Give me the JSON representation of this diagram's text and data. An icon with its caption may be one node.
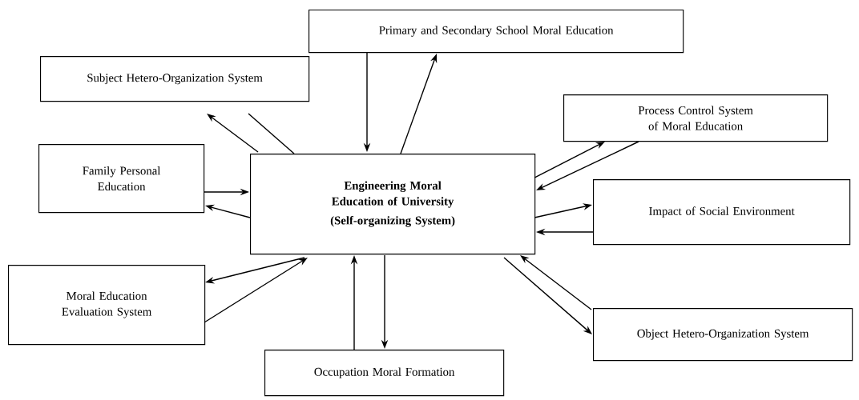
{
  "diagram": {
    "nodes": [
      {
        "text": [
          "Primary and Secondary School Moral Education"
        ]
      },
      {
        "text": [
          "Subject Hetero-Organization System"
        ]
      },
      {
        "text": [
          "Process Control System of Moral Education"
        ]
      },
      {
        "text": [
          "Family Personal Education"
        ]
      },
      {
        "text": [
          "Engineering Moral Education of University",
          "(Self-organizing System)"
        ]
      },
      {
        "text": [
          "Impact of Social Environment"
        ]
      },
      {
        "text": [
          "Moral Education Evaluation System"
        ]
      },
      {
        "text": [
          "Object Hetero-Organization System"
        ]
      },
      {
        "text": [
          "Occupation Moral Formation"
        ]
      }
    ],
    "edges": [
      {
        "from": 0,
        "to": 4,
        "arrow": "to"
      },
      {
        "from": 4,
        "to": 0,
        "arrow": "to"
      },
      {
        "from": 4,
        "to": 1,
        "arrow": "to"
      },
      {
        "from": 1,
        "to": 4,
        "arrow": "none"
      },
      {
        "from": 3,
        "to": 4,
        "arrow": "to"
      },
      {
        "from": 4,
        "to": 3,
        "arrow": "to"
      },
      {
        "from": 4,
        "to": 2,
        "arrow": "to"
      },
      {
        "from": 2,
        "to": 4,
        "arrow": "to"
      },
      {
        "from": 4,
        "to": 5,
        "arrow": "to"
      },
      {
        "from": 5,
        "to": 4,
        "arrow": "to"
      },
      {
        "from": 4,
        "to": 6,
        "arrow": "to"
      },
      {
        "from": 6,
        "to": 4,
        "arrow": "to"
      },
      {
        "from": 8,
        "to": 4,
        "arrow": "to"
      },
      {
        "from": 4,
        "to": 8,
        "arrow": "to"
      },
      {
        "from": 4,
        "to": 7,
        "arrow": "to"
      },
      {
        "from": 7,
        "to": 4,
        "arrow": "to"
      }
    ]
  }
}
